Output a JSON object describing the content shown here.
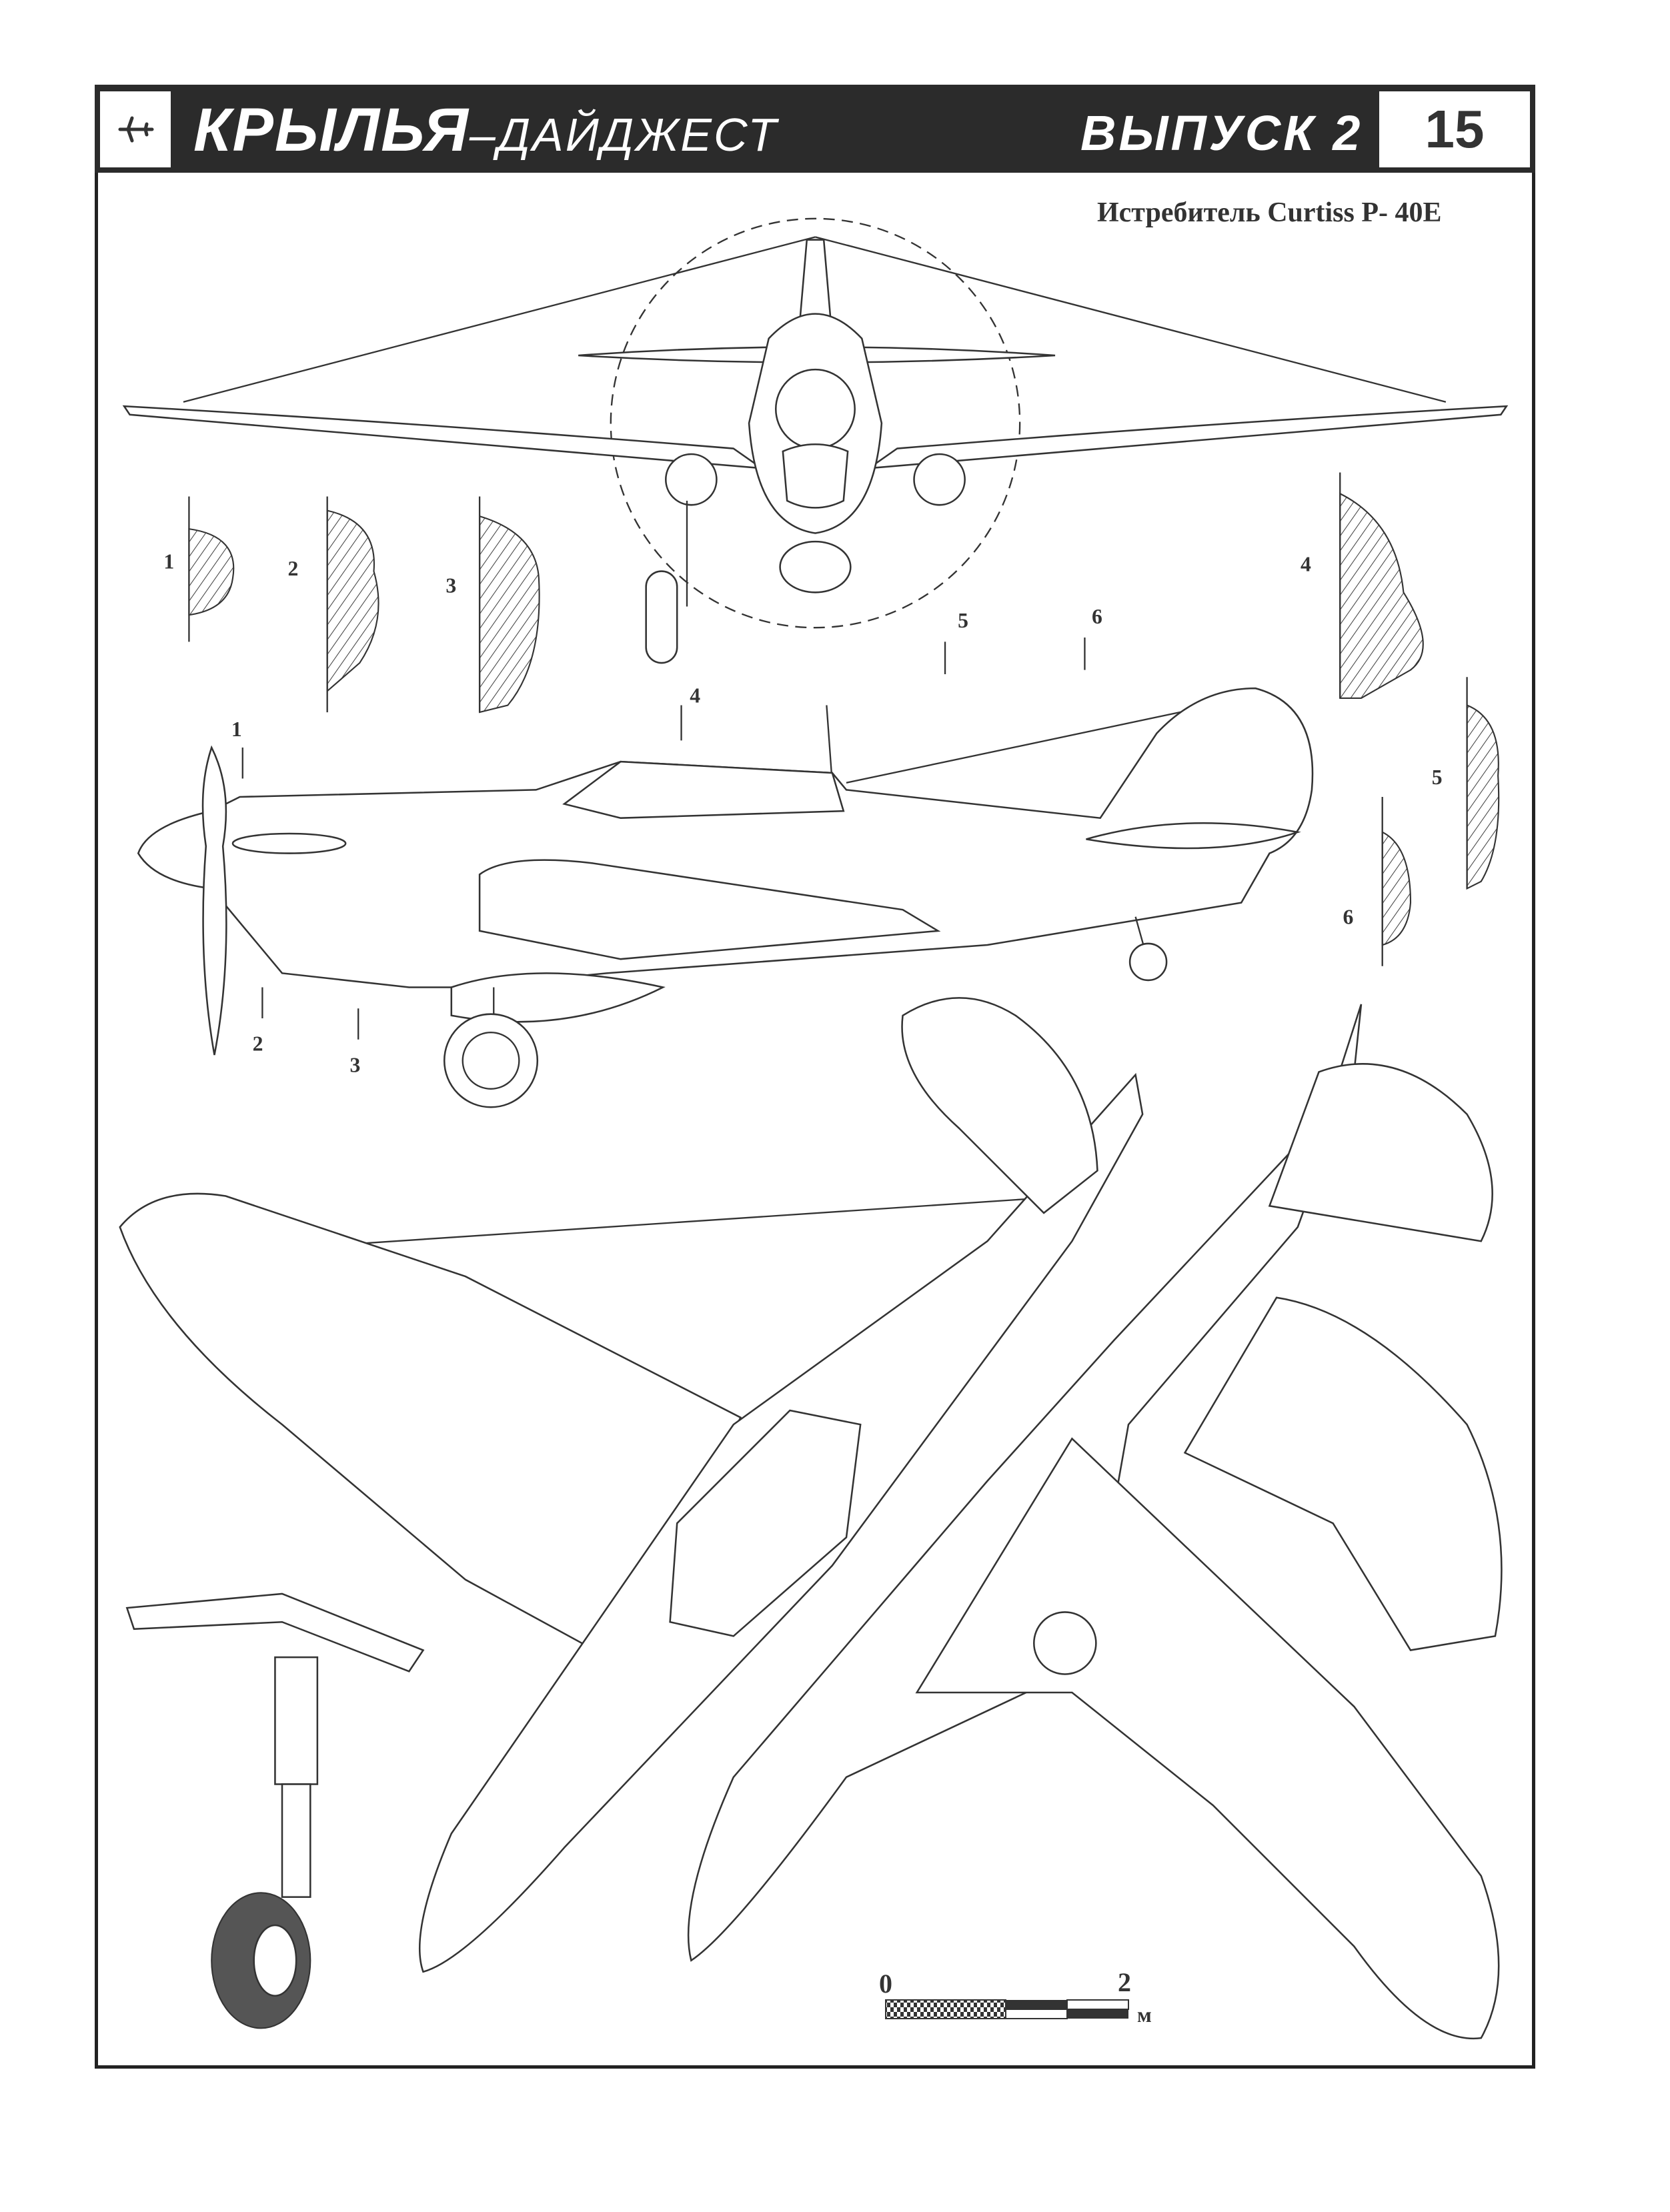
{
  "header": {
    "logo_icon": "airplane-icon",
    "title_main": "КРЫЛЬЯ",
    "title_sub": "–ДАЙДЖЕСТ",
    "issue": "ВЫПУСК 2",
    "page_number": "15"
  },
  "subtitle": "Истребитель Curtiss P- 40E",
  "section_labels": {
    "front": [
      "1",
      "2",
      "3",
      "4",
      "5",
      "6"
    ],
    "side": [
      "1",
      "2",
      "3",
      "4",
      "5",
      "6"
    ]
  },
  "scale_bar": {
    "start": "0",
    "end": "2",
    "unit": "м"
  }
}
